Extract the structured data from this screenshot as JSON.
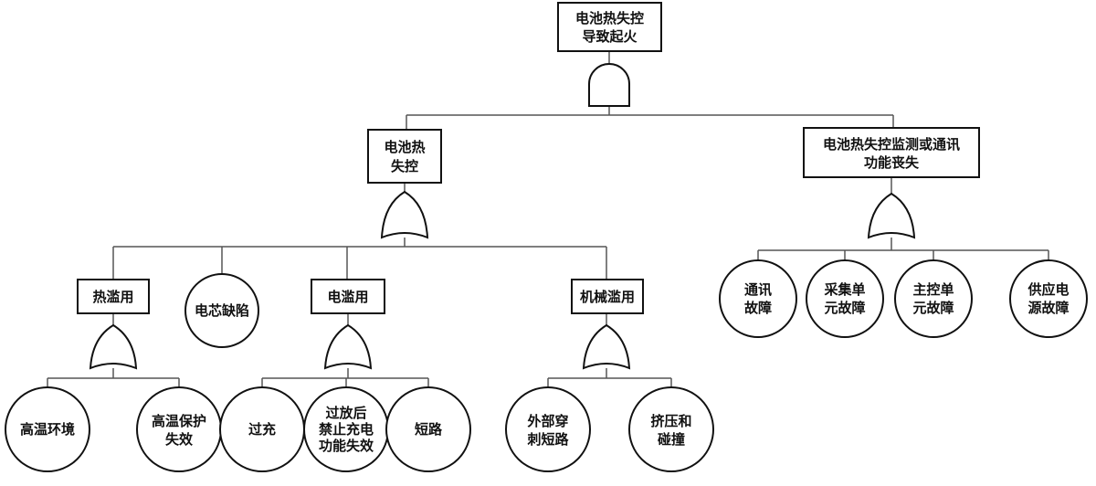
{
  "diagram": {
    "root": {
      "lines": [
        "电池热失控",
        "导致起火"
      ],
      "gate": "AND"
    },
    "thermal_runaway": {
      "lines": [
        "电池热",
        "失控"
      ],
      "gate": "OR"
    },
    "monitoring_loss": {
      "lines": [
        "电池热失控监测或通讯",
        "功能丧失"
      ],
      "gate": "OR"
    },
    "heat_abuse": {
      "lines": [
        "热滥用"
      ],
      "gate": "OR"
    },
    "cell_defect": {
      "lines": [
        "电芯缺陷"
      ]
    },
    "electrical_abuse": {
      "lines": [
        "电滥用"
      ],
      "gate": "OR"
    },
    "mechanical_abuse": {
      "lines": [
        "机械滥用"
      ],
      "gate": "OR"
    },
    "high_temp_env": {
      "lines": [
        "高温环境"
      ]
    },
    "high_temp_protection_fail": {
      "lines": [
        "高温保护",
        "失效"
      ]
    },
    "overcharge": {
      "lines": [
        "过充"
      ]
    },
    "overdischarge_fail": {
      "lines": [
        "过放后",
        "禁止充电",
        "功能失效"
      ]
    },
    "short_circuit": {
      "lines": [
        "短路"
      ]
    },
    "external_puncture": {
      "lines": [
        "外部穿",
        "刺短路"
      ]
    },
    "crush_collision": {
      "lines": [
        "挤压和",
        "碰撞"
      ]
    },
    "comm_fault": {
      "lines": [
        "通讯",
        "故障"
      ]
    },
    "acquisition_fault": {
      "lines": [
        "采集单",
        "元故障"
      ]
    },
    "master_control_fault": {
      "lines": [
        "主控单",
        "元故障"
      ]
    },
    "power_supply_fault": {
      "lines": [
        "供应电",
        "源故障"
      ]
    }
  }
}
